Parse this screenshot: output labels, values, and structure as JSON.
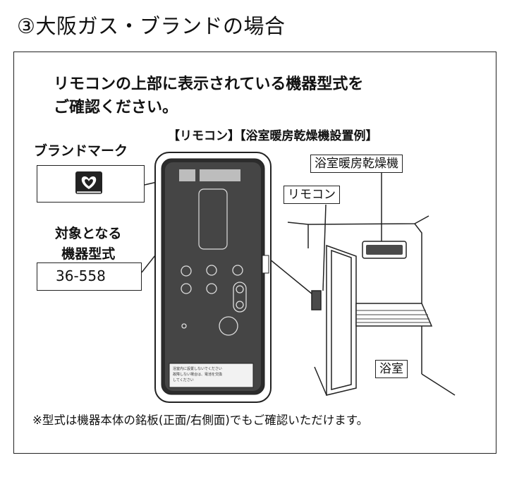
{
  "title": "③大阪ガス・ブランドの場合",
  "instruction": "リモコンの上部に表示されている機器型式を\nご確認ください。",
  "caption": "【リモコン】【浴室暖房乾燥機設置例】",
  "brand_mark_label": "ブランドマーク",
  "model_label": "対象となる\n機器型式",
  "model_number": "36-558",
  "tags": {
    "dryer": "浴室暖房乾燥機",
    "remote": "リモコン",
    "bathroom": "浴室"
  },
  "remote_sticker_text": "浴室内に設置しないでください\n故障しない場合は、電池を交換\nしてください",
  "note": "※型式は機器本体の銘板(正面/右側面)でもご確認いただけます。"
}
